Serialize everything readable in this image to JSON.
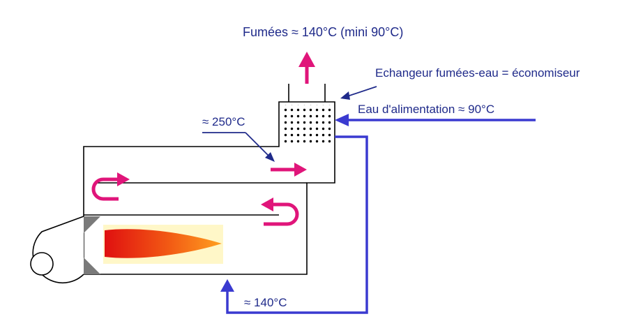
{
  "labels": {
    "flue_gas": "Fumées  ≈ 140°C (mini 90°C)",
    "economizer": "Echangeur fumées-eau = économiseur",
    "feed_water": "Eau d'alimentation ≈ 90°C",
    "gas_250": "≈ 250°C",
    "water_140": "≈ 140°C"
  },
  "colors": {
    "text": "#1f2a8a",
    "outline": "#000000",
    "gas_arrow": "#e0157a",
    "water_line": "#3a3ad0",
    "flame_inner": "#e01010",
    "flame_outer": "#ff9a1e",
    "flame_bg": "#fff7c8",
    "burner_block": "#7a7a7a"
  },
  "icons": {
    "fan": "centrifugal-fan-icon",
    "flame": "flame-icon",
    "economizer": "economizer-tube-bank-icon"
  }
}
